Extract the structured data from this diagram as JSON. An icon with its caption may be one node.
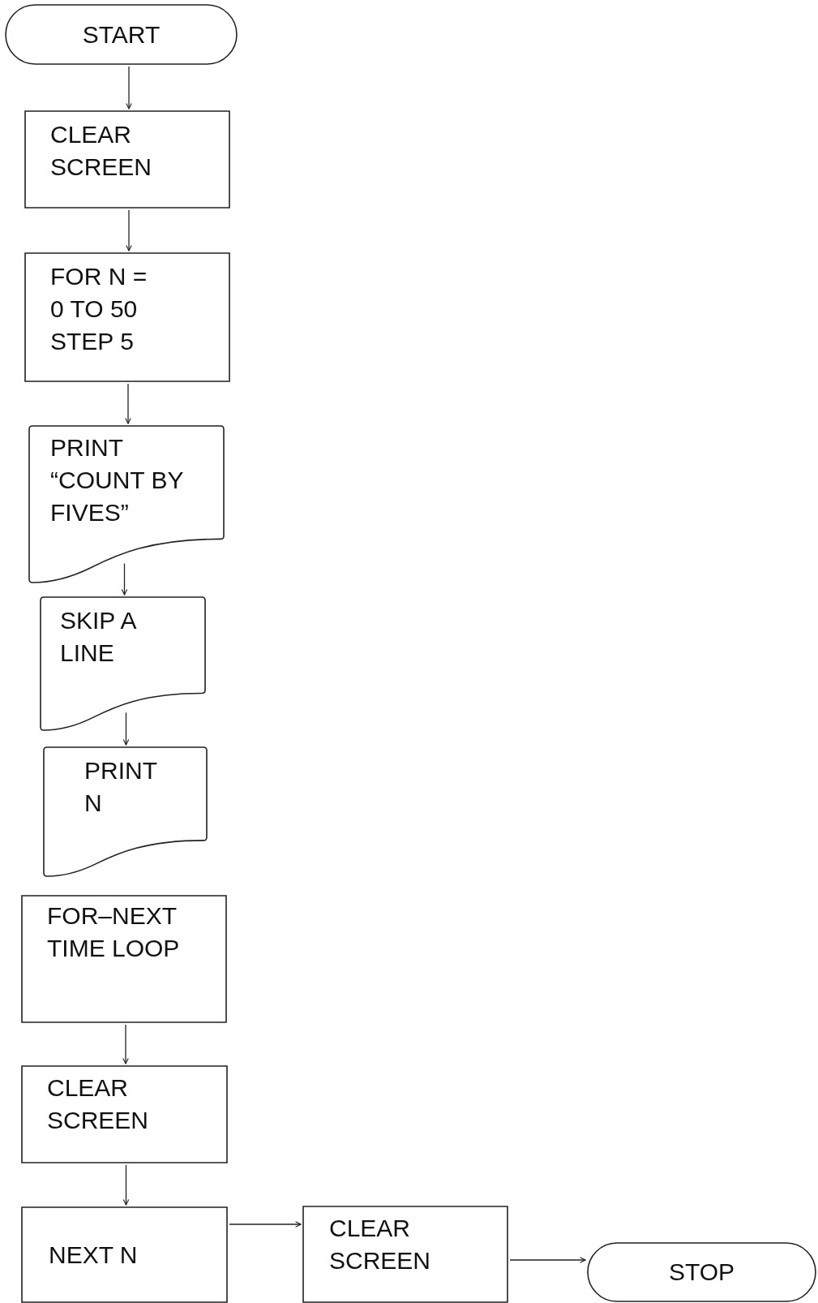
{
  "diagram": {
    "nodes": [
      {
        "text": [
          "START"
        ]
      },
      {
        "text": [
          "CLEAR SCREEN"
        ]
      },
      {
        "text": [
          "FOR N = 0 TO 50 STEP 5"
        ]
      },
      {
        "text": [
          "PRINT “COUNT BY FIVES”"
        ]
      },
      {
        "text": [
          "SKIP A LINE"
        ]
      },
      {
        "text": [
          "PRINT N"
        ]
      },
      {
        "text": [
          "FOR–NEXT TIME LOOP"
        ]
      },
      {
        "text": [
          "CLEAR SCREEN"
        ]
      },
      {
        "text": [
          "NEXT N"
        ]
      },
      {
        "text": [
          "CLEAR SCREEN"
        ]
      },
      {
        "text": [
          "STOP"
        ]
      }
    ],
    "edges": [
      {
        "from": 0,
        "to": 1,
        "arrow": "to"
      },
      {
        "from": 1,
        "to": 2,
        "arrow": "to"
      },
      {
        "from": 2,
        "to": 3,
        "arrow": "to"
      },
      {
        "from": 3,
        "to": 4,
        "arrow": "to"
      },
      {
        "from": 4,
        "to": 5,
        "arrow": "to"
      },
      {
        "from": 6,
        "to": 7,
        "arrow": "to"
      },
      {
        "from": 7,
        "to": 8,
        "arrow": "to"
      },
      {
        "from": 8,
        "to": 9,
        "arrow": "to"
      },
      {
        "from": 9,
        "to": 10,
        "arrow": "to"
      }
    ]
  }
}
